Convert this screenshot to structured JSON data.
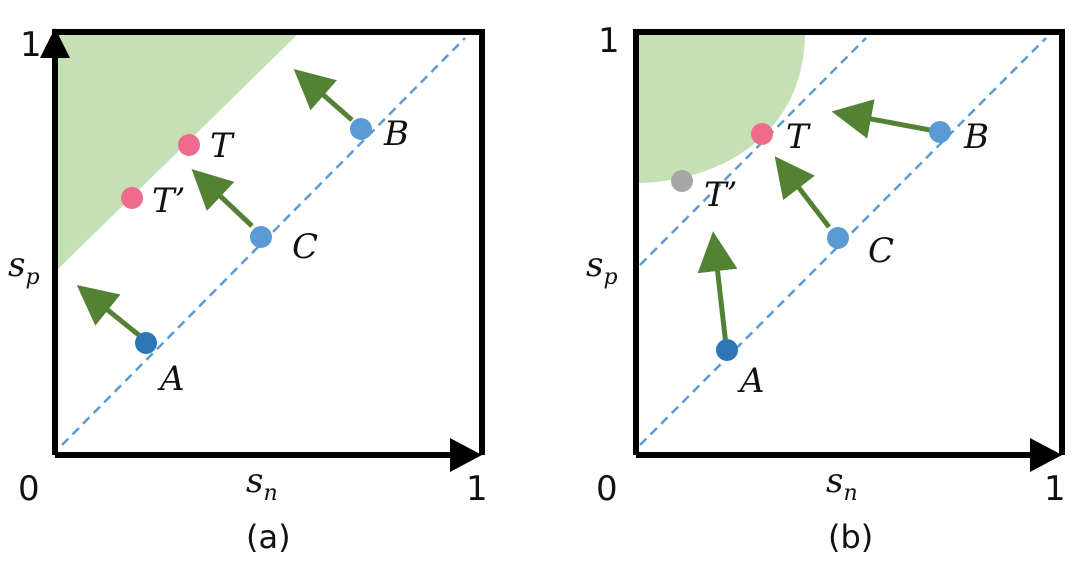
{
  "panels": {
    "a": {
      "caption": "(a)",
      "axes": {
        "x_label": "s",
        "x_sub": "n",
        "y_label": "s",
        "y_sub": "p",
        "origin": "0",
        "x_max": "1",
        "y_max": "1"
      },
      "points": {
        "A": "A",
        "B": "B",
        "C": "C",
        "T": "T",
        "T_prime": "T’"
      }
    },
    "b": {
      "caption": "(b)",
      "axes": {
        "x_label": "s",
        "x_sub": "n",
        "y_label": "s",
        "y_sub": "p",
        "origin": "0",
        "x_max": "1",
        "y_max": "1"
      },
      "points": {
        "A": "A",
        "B": "B",
        "C": "C",
        "T": "T",
        "T_prime": "T’"
      }
    }
  },
  "colors": {
    "region": "#c5e0b4",
    "point_blue": "#5b9bd5",
    "point_dark_blue": "#2e75b6",
    "target_pink": "#f06a8e",
    "gray_point": "#a6a6a6",
    "arrow_green": "#548235",
    "dashed_line": "#5b9bd5",
    "frame": "#000000"
  }
}
